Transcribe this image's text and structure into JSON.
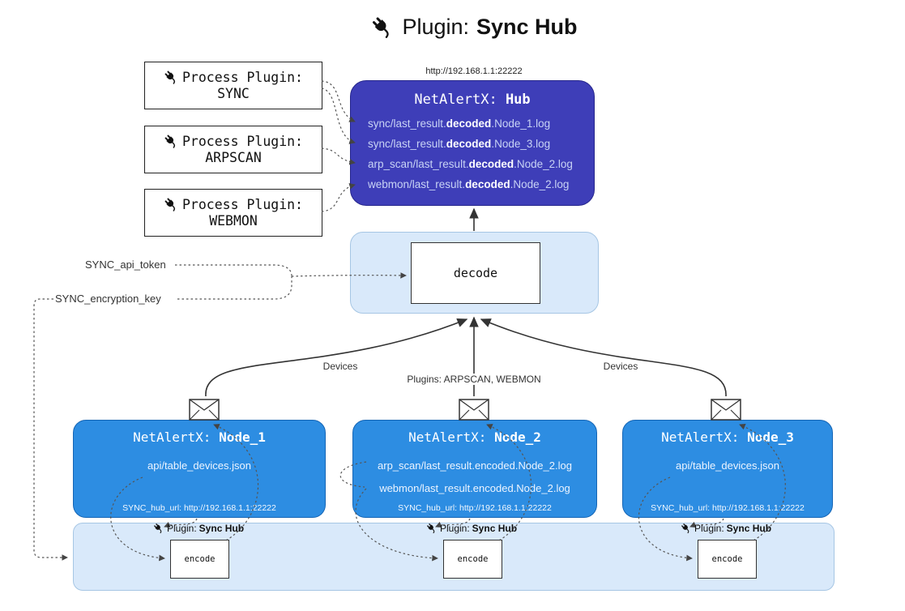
{
  "colors": {
    "hub_bg": "#3e3eb8",
    "hub_border": "#26268c",
    "hub_text": "#c8d3f5",
    "node_bg": "#2d8de2",
    "node_border": "#1565b5",
    "panel_bg": "#d9e9fa",
    "panel_border": "#a6c6e4",
    "line": "#333333",
    "dotted": "#555555"
  },
  "title": {
    "prefix": "Plugin:",
    "name": "Sync Hub"
  },
  "process_plugins": [
    {
      "label": "Process Plugin:",
      "name": "SYNC"
    },
    {
      "label": "Process Plugin:",
      "name": "ARPSCAN"
    },
    {
      "label": "Process Plugin:",
      "name": "WEBMON"
    }
  ],
  "hub": {
    "url": "http://192.168.1.1:22222",
    "title_prefix": "NetAlertX:",
    "title_name": "Hub",
    "logs": [
      {
        "pre": "sync/last_result.",
        "bold": "decoded",
        "post": ".Node_1.log"
      },
      {
        "pre": "sync/last_result.",
        "bold": "decoded",
        "post": ".Node_3.log"
      },
      {
        "pre": "arp_scan/last_result.",
        "bold": "decoded",
        "post": ".Node_2.log"
      },
      {
        "pre": "webmon/last_result.",
        "bold": "decoded",
        "post": ".Node_2.log"
      }
    ]
  },
  "decode": {
    "label": "decode"
  },
  "config": {
    "api_token": "SYNC_api_token",
    "encryption_key": "SYNC_encryption_key"
  },
  "edges": {
    "left": "Devices",
    "center": "Plugins: ARPSCAN, WEBMON",
    "right": "Devices"
  },
  "nodes": [
    {
      "title_prefix": "NetAlertX:",
      "title_name": "Node_1",
      "lines": [
        "api/table_devices.json"
      ],
      "footer": "SYNC_hub_url: http://192.168.1.1:22222"
    },
    {
      "title_prefix": "NetAlertX:",
      "title_name": "Node_2",
      "lines": [
        "arp_scan/last_result.encoded.Node_2.log",
        "webmon/last_result.encoded.Node_2.log"
      ],
      "footer": "SYNC_hub_url: http://192.168.1.1:22222"
    },
    {
      "title_prefix": "NetAlertX:",
      "title_name": "Node_3",
      "lines": [
        "api/table_devices.json"
      ],
      "footer": "SYNC_hub_url: http://192.168.1.1:22222"
    }
  ],
  "encoders": [
    {
      "plugin_prefix": "Plugin:",
      "plugin_name": "Sync Hub",
      "box_label": "encode"
    },
    {
      "plugin_prefix": "Plugin:",
      "plugin_name": "Sync Hub",
      "box_label": "encode"
    },
    {
      "plugin_prefix": "Plugin:",
      "plugin_name": "Sync Hub",
      "box_label": "encode"
    }
  ]
}
